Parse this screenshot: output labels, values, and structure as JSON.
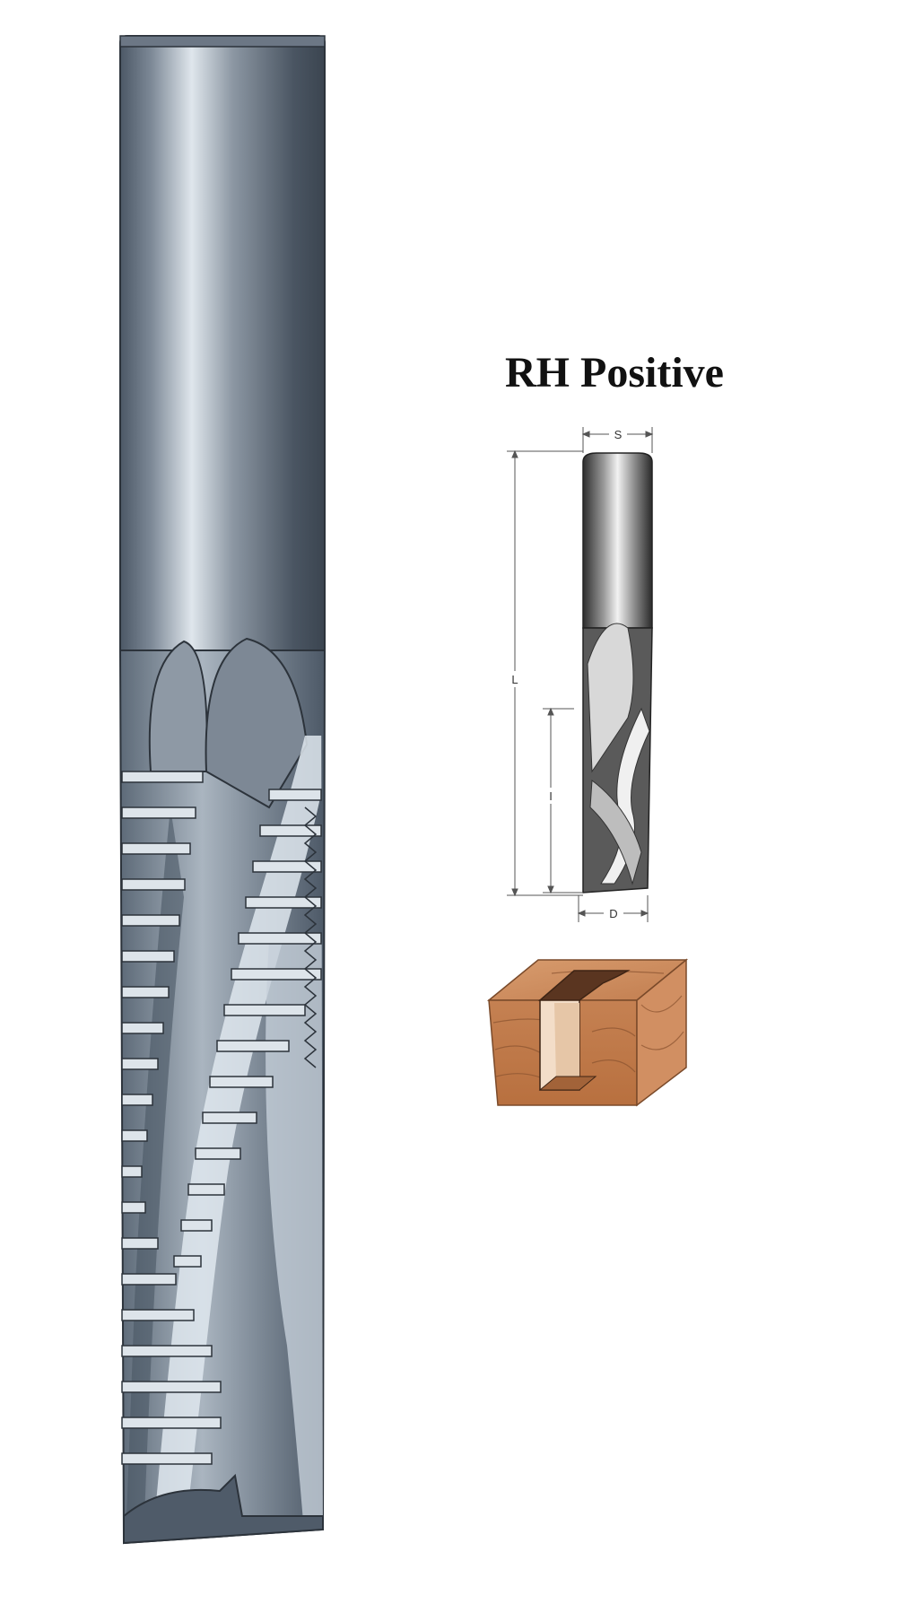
{
  "title": "RH Positive",
  "dimensions": {
    "shank_diameter_label": "S",
    "overall_length_label": "L",
    "cutting_length_label": "I",
    "cutting_diameter_label": "D"
  },
  "icons": {
    "main_tool": "compression-router-bit-illustration",
    "small_tool": "router-bit-dimension-drawing-icon",
    "wood_block": "wood-block-slot-icon"
  },
  "colors": {
    "steel_dark": "#5b6876",
    "steel_light": "#c9d3dd",
    "wood": "#c7865a",
    "wood_dark": "#9a5e38"
  }
}
